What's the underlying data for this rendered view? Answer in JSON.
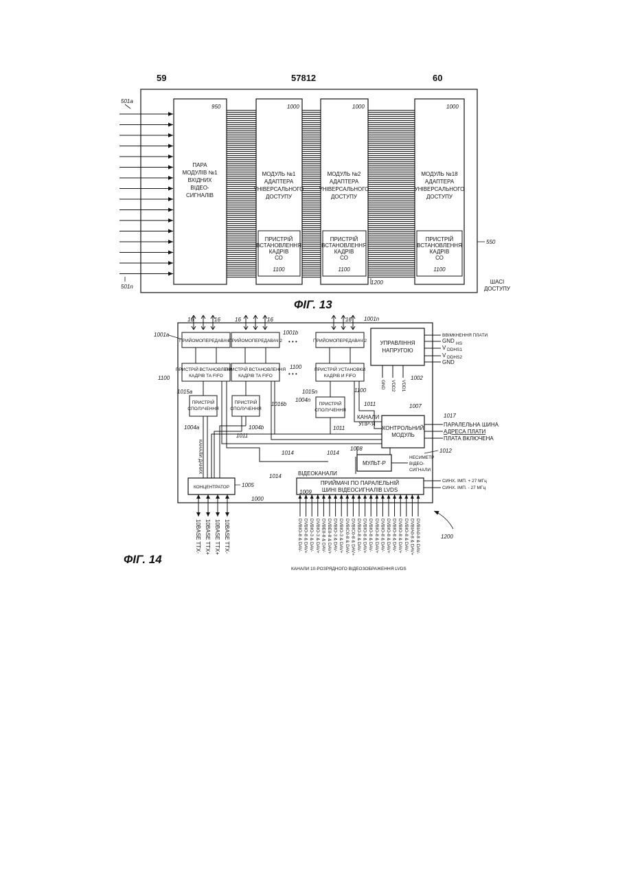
{
  "header": {
    "left_number": "59",
    "center_number": "57812",
    "right_number": "60"
  },
  "fig13": {
    "caption": "ФІГ. 13",
    "ref_chassis": "550",
    "ref_bus": "1200",
    "chassis_label": [
      "ШАСІ",
      "ДОСТУПУ"
    ],
    "input_ref_top": "501a",
    "input_ref_bottom": "501n",
    "input_pair_block": {
      "ref": "950",
      "label": [
        "ПАРА",
        "МОДУЛІВ №1",
        "ВХІДНИХ",
        "ВІДЕО-",
        "СИГНАЛІВ"
      ]
    },
    "modules": [
      {
        "ref": "1000",
        "label": [
          "МОДУЛЬ №1",
          "АДАПТЕРА",
          "УНІВЕРСАЛЬНОГО",
          "ДОСТУПУ"
        ],
        "sub_ref": "1100",
        "sub_label": [
          "ПРИСТРІЙ",
          "ВСТАНОВЛЕННЯ",
          "КАДРІВ",
          "СО"
        ]
      },
      {
        "ref": "1000",
        "label": [
          "МОДУЛЬ №2",
          "АДАПТЕРА",
          "УНІВЕРСАЛЬНОГО",
          "ДОСТУПУ"
        ],
        "sub_ref": "1100",
        "sub_label": [
          "ПРИСТРІЙ",
          "ВСТАНОВЛЕННЯ",
          "КАДРІВ",
          "СО"
        ]
      },
      {
        "ref": "1000",
        "label": [
          "МОДУЛЬ №18",
          "АДАПТЕРА",
          "УНІВЕРСАЛЬНОГО",
          "ДОСТУПУ"
        ],
        "sub_ref": "1100",
        "sub_label": [
          "ПРИСТРІЙ",
          "ВСТАНОВЛЕННЯ",
          "КАДРІВ",
          "СО"
        ]
      }
    ]
  },
  "fig14": {
    "caption": "ФІГ. 14",
    "board_ref": "1000",
    "pointer_ref": "1200",
    "ports_label": "16",
    "refs": {
      "r1001a": "1001a",
      "r1001b": "1001b",
      "r1001n": "1001n",
      "r1100a": "1100",
      "r1100b": "1100",
      "r1100n": "1100",
      "r1015a": "1015a",
      "r1015b": "1016b",
      "r1015n": "1015n",
      "r1004a": "1004a",
      "r1004b": "1004b",
      "r1004n": "1004n",
      "r1011a": "1011",
      "r1011b": "1011",
      "r1011c": "1011",
      "r1014a": "1014",
      "r1014b": "1014",
      "r1014c": "1014",
      "r1002": "1002",
      "r1007": "1007",
      "r1017": "1017",
      "r1008": "1008",
      "r1012": "1012",
      "r1005": "1005",
      "r1009": "1009"
    },
    "transceivers": [
      "ПРИЙОМОПЕРЕДАВАЧ 1",
      "ПРИЙОМОПЕРЕДАВАЧ 2",
      "ПРИЙОМОПЕРЕДАВАЧ 2"
    ],
    "frame_units": [
      [
        "ПРИСТРІЙ ВСТАНОВЛЕННЯ",
        "КАДРІВ ТА FIFO"
      ],
      [
        "ПРИСТРІЙ ВСТАНОВЛЕННЯ",
        "КАДРІВ ТА FIFO"
      ],
      [
        "ПРИСТРІЙ УСТАНОВКИ",
        "КАДРІВ И FIFO"
      ]
    ],
    "coupling_units": [
      [
        "ПРИСТРІЙ",
        "СПОЛУЧЕННЯ"
      ],
      [
        "ПРИСТРІЙ",
        "СПОЛУЧЕННЯ"
      ],
      [
        "ПРИСТРІЙ",
        "СПОЛУЧЕННЯ"
      ]
    ],
    "dots": "• • •",
    "power_block": [
      "УПРАВЛІННЯ",
      "НАПРУГОЮ"
    ],
    "power_inputs": [
      "ВВІМКНЕННЯ ПЛАТИ",
      "GND",
      "HS",
      "V",
      "DDHS1",
      "V",
      "DDHS2",
      "GND"
    ],
    "power_outputs": [
      "GND",
      "VDD2",
      "VDD1"
    ],
    "control_channels": [
      "КАНАЛИ",
      "УПР-Я"
    ],
    "control_module": [
      "КОНТРОЛЬНИЙ",
      "МОДУЛЬ"
    ],
    "control_outputs": [
      "ПАРАЛЕЛЬНА ШИНА",
      "АДРЕСА ПЛАТИ",
      "ПЛАТА ВКЛЮЧЕНА"
    ],
    "mux": "МУЛЬТ-Р",
    "mux_side": [
      "НЕСИМЕТР",
      "ВІДЕО-",
      "СИГНАЛИ"
    ],
    "video_channels": "ВІДЕОКАНАЛИ",
    "data_channels": "КАНАЛИ ДАНИХ",
    "concentrator": "КОНЦЕНТРАТОР",
    "receivers": [
      "ПРИЙМАЧІ ПО ПАРАЛЕЛЬНІЙ",
      "ШИНІ ВІДЕОСИГНАЛІВ LVDS"
    ],
    "sync_inputs": [
      "СИНХ. ІМП. + 27 МГц",
      "СИНХ. ІМП. - 27 МГц"
    ],
    "ethernet": [
      "10BASE TTX-",
      "10BASE TTX+",
      "10BASE TTX+",
      "10BASE TTX-"
    ],
    "lvds_pins": [
      "DVBIO-8 & DAV-",
      "DVBIO-8 & DAV+",
      "DVBIO-3 & DAV-",
      "DVBIO-3 & DAV+",
      "DVBE0-8 & DAV-",
      "DVBE0-8 & DAV+",
      "DVBIO-3 & DAV-",
      "DVBIO-3 & DAV+",
      "DVBIC0-8 & DAV-",
      "DVBIC0-8 & DAV+",
      "DVBIO-8 & DAV-",
      "DVBIO-8 & DAV+",
      "DVBIO-8 & DAV-",
      "DVBIO-8 & DAV+",
      "DVBIO-8 & DAV-",
      "DVBIO-8 & DAV+",
      "DVBIO-8 & DAV-",
      "DVBIO-8 & DAV+",
      "DVBIO-8 & DAV-",
      "DVBIA0-8 & DAV+",
      "DVBIA0-8 & DAV-"
    ],
    "lvds_caption": "КАНАЛИ 10-РОЗРЯДНОГО ВІДЕОЗОБРАЖЕННЯ LVDS"
  }
}
